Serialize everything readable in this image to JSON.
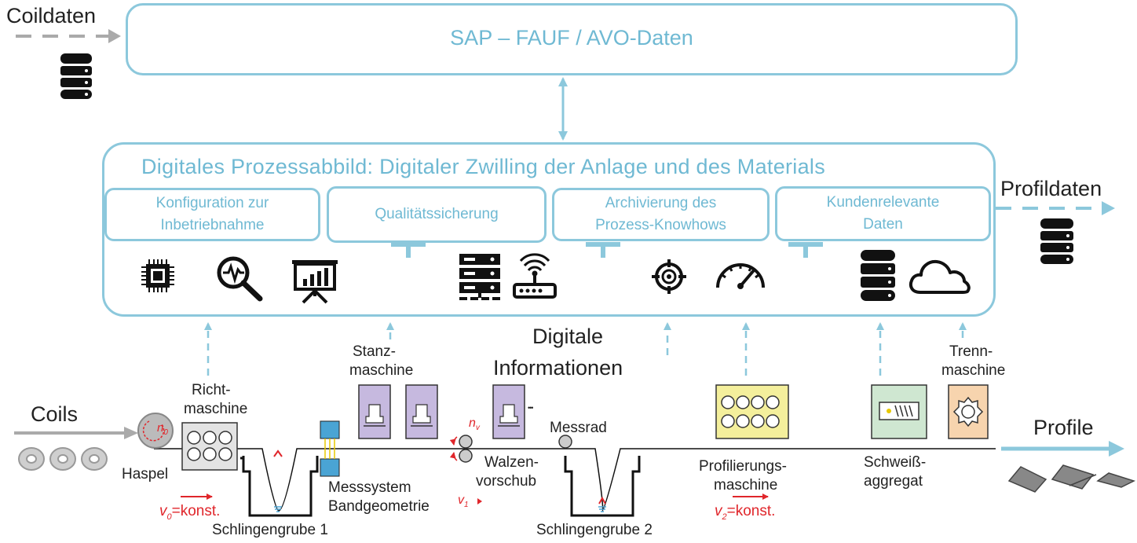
{
  "top_box": {
    "title": "SAP – FAUF / AVO-Daten"
  },
  "coildaten": "Coildaten",
  "profildaten": "Profildaten",
  "twin": {
    "title": "Digitales Prozessabbild: Digitaler Zwilling der Anlage und des Materials",
    "modules": [
      {
        "line1": "Konfiguration zur",
        "line2": "Inbetriebnahme"
      },
      {
        "line1": "Qualitätssicherung",
        "line2": ""
      },
      {
        "line1": "Archivierung des",
        "line2": "Prozess-Knowhows"
      },
      {
        "line1": "Kundenrelevante",
        "line2": "Daten"
      }
    ],
    "icons": [
      "chip-icon",
      "analysis-magnifier-icon",
      "presentation-chart-icon",
      "server-icon",
      "router-icon",
      "target-icon",
      "speedometer-icon",
      "database-icon",
      "cloud-icon"
    ]
  },
  "digitale_info": {
    "line1": "Digitale",
    "line2": "Informationen"
  },
  "line": {
    "coils": "Coils",
    "profile": "Profile",
    "richtmaschine": {
      "line1": "Richt-",
      "line2": "maschine"
    },
    "haspel": "Haspel",
    "n0": "n",
    "n0_sub": "0",
    "v0": "v",
    "v0_sub": "0",
    "v0_suffix": "=konst.",
    "schlingengrube1": "Schlingengrube 1",
    "messsystem": {
      "line1": "Messsystem",
      "line2": "Bandgeometrie"
    },
    "stanz": {
      "line1": "Stanz-",
      "line2": "maschine"
    },
    "dots": "•••",
    "nv": "n",
    "nv_sub": "v",
    "v1": "v",
    "v1_sub": "1",
    "walzen": {
      "line1": "Walzen-",
      "line2": "vorschub"
    },
    "messrad": "Messrad",
    "schlingengrube2": "Schlingengrube 2",
    "profilierung": {
      "line1": "Profilierungs-",
      "line2": "maschine"
    },
    "v2": "v",
    "v2_sub": "2",
    "v2_suffix": "=konst.",
    "schweiss": {
      "line1": "Schweiß-",
      "line2": "aggregat"
    },
    "trenn": {
      "line1": "Trenn-",
      "line2": "maschine"
    }
  },
  "colors": {
    "cyan": "#8cc8dc",
    "purple": "#c6b9df",
    "yellow": "#f4ef9c",
    "green": "#cfe7d1",
    "peach": "#f7d4ae",
    "blue": "#4aa4d4",
    "red": "#e0262b"
  }
}
